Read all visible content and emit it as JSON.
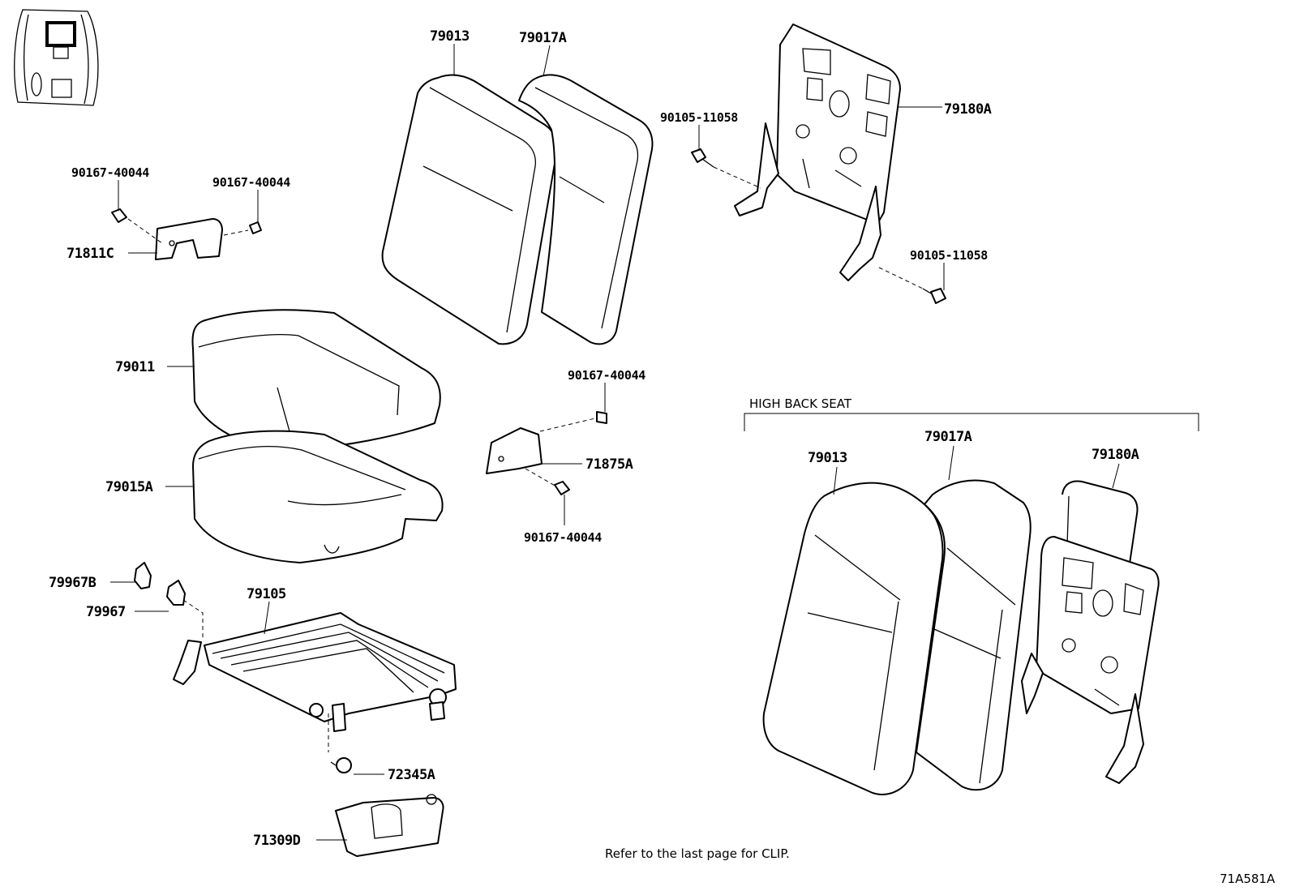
{
  "labels": {
    "p79013": "79013",
    "p79017A": "79017A",
    "p90105_a": "90105-11058",
    "p79180A": "79180A",
    "p90105_b": "90105-11058",
    "p90167_a": "90167-40044",
    "p90167_b": "90167-40044",
    "p71811C": "71811C",
    "p79011": "79011",
    "p90167_c": "90167-40044",
    "p71875A": "71875A",
    "p90167_d": "90167-40044",
    "p79015A": "79015A",
    "p79967B": "79967B",
    "p79967": "79967",
    "p79105": "79105",
    "p72345A": "72345A",
    "p71309D": "71309D",
    "hb_79013": "79013",
    "hb_79017A": "79017A",
    "hb_79180A": "79180A"
  },
  "section_title": "HIGH BACK SEAT",
  "note": "Refer to the last page for CLIP.",
  "diagram_code": "71A581A"
}
